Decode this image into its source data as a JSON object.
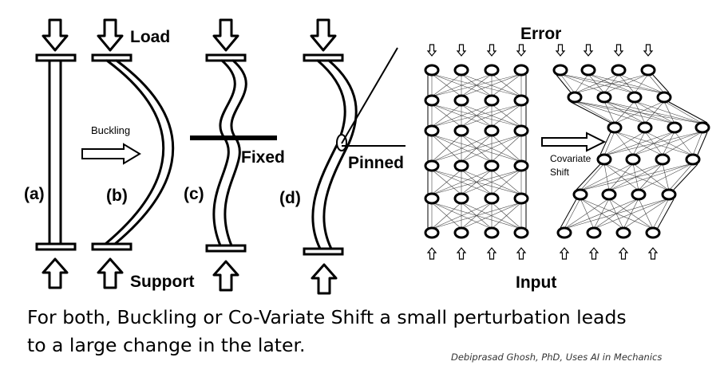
{
  "labels": {
    "load": "Load",
    "support": "Support",
    "buckling": "Buckling",
    "fixed": "Fixed",
    "pinned": "Pinned",
    "error": "Error",
    "input": "Input",
    "covariate_line1": "Covariate",
    "covariate_line2": "Shift"
  },
  "panels": {
    "a": "(a)",
    "b": "(b)",
    "c": "(c)",
    "d": "(d)"
  },
  "caption": {
    "line1": "For both, Buckling or Co-Variate Shift a small perturbation  leads",
    "line2": "to a large change in the later."
  },
  "credit": "Debiprasad Ghosh, PhD, Uses AI in Mechanics"
}
